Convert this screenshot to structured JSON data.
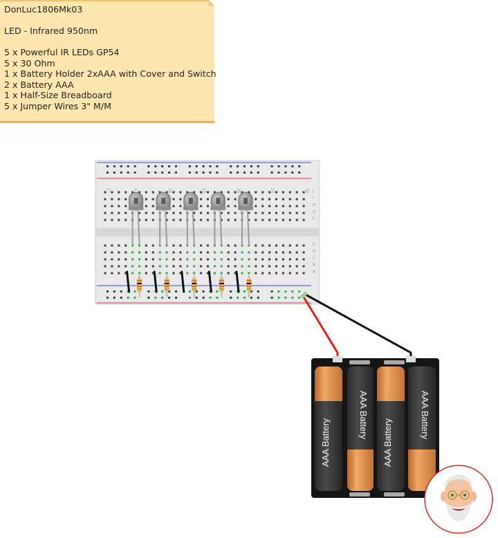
{
  "note": {
    "title": "DonLuc1806Mk03",
    "subtitle": "LED - Infrared 950nm",
    "parts": [
      "5 x Powerful IR LEDs GP54",
      "5 x 30 Ohm",
      "1 x Battery Holder 2xAAA with Cover and Switch",
      "2 x Battery AAA",
      "1 x Half-Size Breadboard",
      "5 x Jumper Wires 3\" M/M"
    ]
  },
  "breadboard": {
    "column_numbers": [
      "1",
      "5",
      "10",
      "15",
      "20",
      "25",
      "30"
    ],
    "row_letters_top": [
      "J",
      "I",
      "H",
      "G",
      "F"
    ],
    "row_letters_bottom": [
      "E",
      "D",
      "C",
      "B",
      "A"
    ]
  },
  "battery_labels": [
    "AAA Battery",
    "AAA Battery",
    "AAA Battery",
    "AAA Battery"
  ],
  "wire_colors": {
    "positive": "#e3211d",
    "negative": "#111111"
  },
  "colors": {
    "note_bg": "#fde5b0",
    "rail_red": "#d83a3a",
    "rail_blue": "#3a52c8",
    "copper": "#d9863c"
  }
}
